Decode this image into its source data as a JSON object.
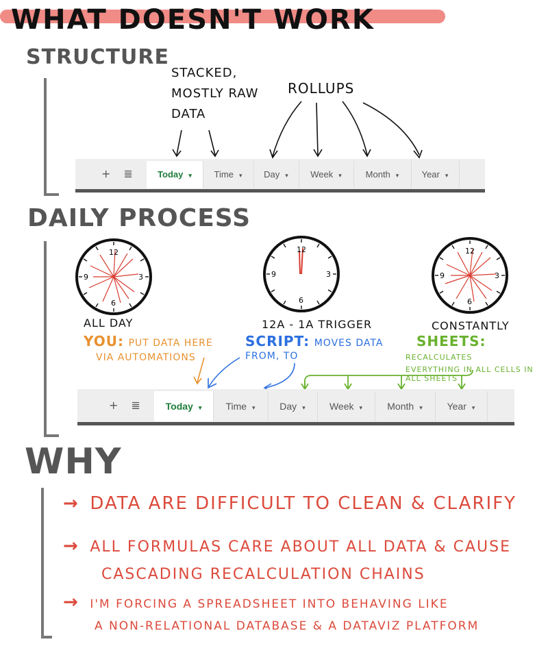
{
  "title": "What doesn't work",
  "sections": {
    "structure": "Structure",
    "daily": "Daily Process",
    "why": "Why"
  },
  "structure": {
    "note_stacked": [
      "Stacked,",
      "Mostly raw",
      "data"
    ],
    "note_rollups": "Rollups"
  },
  "tabbar": {
    "add_icon": "+",
    "menu_icon": "≣",
    "tabs": [
      {
        "label": "Today"
      },
      {
        "label": "Time"
      },
      {
        "label": "Day"
      },
      {
        "label": "Week"
      },
      {
        "label": "Month"
      },
      {
        "label": "Year"
      }
    ],
    "caret": "▾"
  },
  "clocks": [
    {
      "caption": "All day",
      "numbers": [
        "12",
        "3",
        "6",
        "9"
      ]
    },
    {
      "caption": "12a - 1a Trigger",
      "numbers": [
        "12",
        "3",
        "6",
        "9"
      ]
    },
    {
      "caption": "Constantly",
      "numbers": [
        "12",
        "3",
        "6",
        "9"
      ]
    }
  ],
  "actors": {
    "you": {
      "name": "You:",
      "desc_1": "Put data here",
      "desc_2": "via automations"
    },
    "script": {
      "name": "Script:",
      "desc_1": "moves data",
      "desc_2": "from, to"
    },
    "sheets": {
      "name": "Sheets:",
      "desc_1": "recalculates",
      "desc_2": "everything in all cells in",
      "desc_3": "all sheets"
    }
  },
  "why": {
    "arrow": "→",
    "items": [
      {
        "line_1": "Data are difficult to clean & clarify"
      },
      {
        "line_1": "All formulas care about all data & cause",
        "line_2": "cascading recalculation chains"
      },
      {
        "line_1": "I'm forcing a spreadsheet into behaving like",
        "line_2": "a non-relational database & a dataviz platform"
      }
    ]
  },
  "colors": {
    "highlight": "#f08b86",
    "you": "#e8912f",
    "script": "#2c6fe0",
    "sheets": "#69b12f",
    "why": "#dc4a3c",
    "active_tab": "#1e7c3a"
  }
}
